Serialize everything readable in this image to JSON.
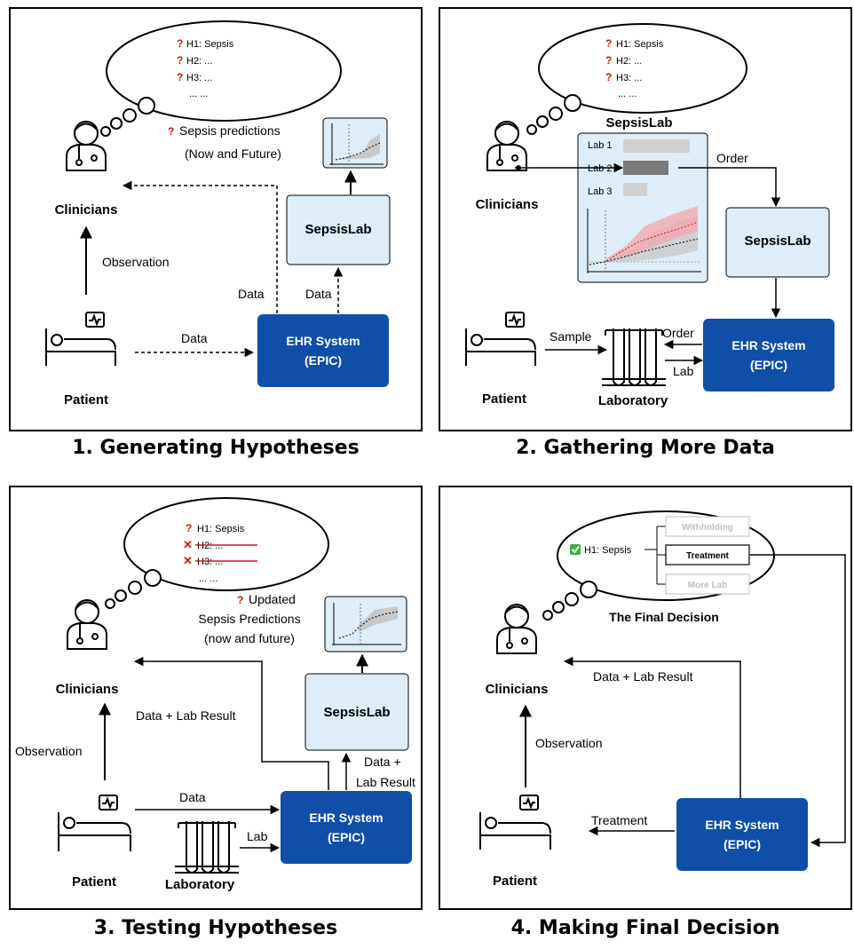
{
  "captions": [
    "1. Generating Hypotheses",
    "2. Gathering More Data",
    "3. Testing Hypotheses",
    "4. Making Final Decision"
  ],
  "actors": {
    "clinicians": "Clinicians",
    "patient": "Patient",
    "laboratory": "Laboratory"
  },
  "systems": {
    "sepsislab": "SepsisLab",
    "ehr_line1": "EHR System",
    "ehr_line2": "(EPIC)"
  },
  "hyp": {
    "q_mark": "?",
    "h1": "H1: Sepsis",
    "h2": "H2: ...",
    "h3": "H3: ...",
    "more": "... ..."
  },
  "p1": {
    "pred_line1": "Sepsis predictions",
    "pred_line2": "(Now and Future)",
    "observation": "Observation",
    "data_left": "Data",
    "data_right": "Data",
    "data_bottom": "Data"
  },
  "p2": {
    "labs": [
      "Lab 1",
      "Lab 2",
      "Lab 3"
    ],
    "lab_values": [
      0.87,
      0.59,
      0.31
    ],
    "order_top": "Order",
    "sample": "Sample",
    "order": "Order",
    "lab": "Lab"
  },
  "p3": {
    "updated_line1": "Updated",
    "updated_line2": "Sepsis Predictions",
    "updated_line3": "(now and future)",
    "data_lab_result": "Data + Lab Result",
    "observation": "Observation",
    "data_plus": "Data +",
    "lab_result": "Lab Result",
    "data": "Data",
    "lab": "Lab"
  },
  "p4": {
    "options": [
      "Withholding",
      "Treatment",
      "More Lab"
    ],
    "selected_option": "Treatment",
    "h1": "H1: Sepsis",
    "final_decision": "The Final Decision",
    "data_lab_result": "Data + Lab Result",
    "observation": "Observation",
    "treatment": "Treatment"
  },
  "colors": {
    "ehr_fill": "#0f4fa8",
    "sepsislab_fill": "#deedf8",
    "red": "#d01616",
    "check_green": "#3cb043"
  }
}
